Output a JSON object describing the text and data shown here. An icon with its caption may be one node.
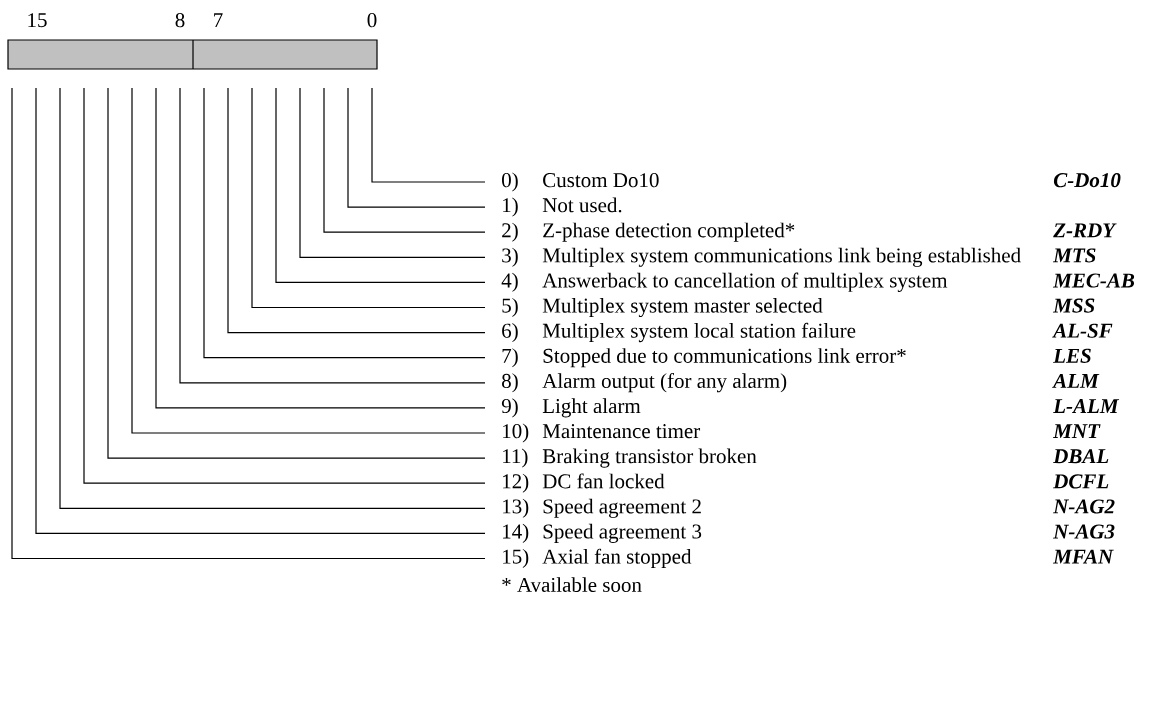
{
  "diagram": {
    "nodes": [
      {
        "text": [
          "0)",
          "Custom Do10"
        ],
        "beside": [
          "C-Do10"
        ]
      },
      {
        "text": [
          "1)",
          "Not used."
        ]
      },
      {
        "text": [
          "2)",
          "Z-phase detection completed*"
        ],
        "beside": [
          "Z-RDY"
        ]
      },
      {
        "text": [
          "3)",
          "Multiplex system communications link being established"
        ],
        "beside": [
          "MTS"
        ]
      },
      {
        "text": [
          "4)",
          "Answerback to cancellation of multiplex system"
        ],
        "beside": [
          "MEC-AB"
        ]
      },
      {
        "text": [
          "5)",
          "Multiplex system master selected"
        ],
        "beside": [
          "MSS"
        ]
      },
      {
        "text": [
          "6)",
          "Multiplex system local station failure"
        ],
        "beside": [
          "AL-SF"
        ]
      },
      {
        "text": [
          "7)",
          "Stopped due to communications link error*"
        ],
        "beside": [
          "LES"
        ]
      },
      {
        "text": [
          "8)",
          "Alarm output (for any alarm)"
        ],
        "beside": [
          "ALM"
        ]
      },
      {
        "text": [
          "9)",
          "Light alarm"
        ],
        "beside": [
          "L-ALM"
        ]
      },
      {
        "text": [
          "10)",
          "Maintenance timer"
        ],
        "beside": [
          "MNT"
        ]
      },
      {
        "text": [
          "11)",
          "Braking transistor broken"
        ],
        "beside": [
          "DBAL"
        ]
      },
      {
        "text": [
          "12)",
          "DC fan locked"
        ],
        "beside": [
          "DCFL"
        ]
      },
      {
        "text": [
          "13)",
          "Speed agreement 2"
        ],
        "beside": [
          "N-AG2"
        ]
      },
      {
        "text": [
          "14)",
          "Speed agreement 3"
        ],
        "beside": [
          "N-AG3"
        ]
      },
      {
        "text": [
          "15)",
          "Axial fan stopped"
        ],
        "beside": [
          "MFAN"
        ]
      }
    ],
    "edges": [
      {
        "from": 0,
        "to": null,
        "arrow": "none"
      },
      {
        "from": 1,
        "to": null,
        "arrow": "none"
      },
      {
        "from": 2,
        "to": null,
        "arrow": "none"
      },
      {
        "from": 3,
        "to": null,
        "arrow": "none"
      },
      {
        "from": 4,
        "to": null,
        "arrow": "none"
      },
      {
        "from": 5,
        "to": null,
        "arrow": "none"
      },
      {
        "from": 6,
        "to": null,
        "arrow": "none"
      },
      {
        "from": 7,
        "to": null,
        "arrow": "none"
      },
      {
        "from": 8,
        "to": null,
        "arrow": "none"
      },
      {
        "from": 9,
        "to": null,
        "arrow": "none"
      },
      {
        "from": 10,
        "to": null,
        "arrow": "none"
      },
      {
        "from": 11,
        "to": null,
        "arrow": "none"
      },
      {
        "from": 12,
        "to": null,
        "arrow": "none"
      },
      {
        "from": 13,
        "to": null,
        "arrow": "none"
      },
      {
        "from": 14,
        "to": null,
        "arrow": "none"
      },
      {
        "from": 15,
        "to": null,
        "arrow": "none"
      }
    ],
    "labels": [
      "15",
      "8",
      "7",
      "0",
      "* Available soon"
    ]
  }
}
